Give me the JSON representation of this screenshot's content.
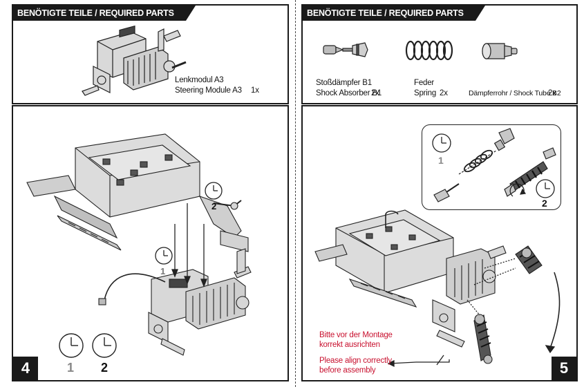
{
  "left_parts": {
    "header": "BENÖTIGTE TEILE / REQUIRED PARTS",
    "line1": "Lenkmodul A3",
    "line2": "Steering Module A3",
    "qty": "1x"
  },
  "right_parts": {
    "header": "BENÖTIGTE TEILE / REQUIRED PARTS",
    "shock_line1": "Stoßdämpfer B1",
    "shock_line2": "Shock Absorber B1",
    "shock_qty": "2x",
    "spring_line1": "Feder",
    "spring_line2": "Spring",
    "spring_qty": "2x",
    "tube_label": "Dämpferrohr / Shock Tube B2",
    "tube_qty": "2x"
  },
  "step4": {
    "number": "4",
    "clock_a": "1",
    "clock_b": "2",
    "legend_1": "1",
    "legend_2": "2"
  },
  "step5": {
    "number": "5",
    "clock_a": "1",
    "clock_b": "2",
    "note_de_1": "Bitte vor der Montage",
    "note_de_2": "korrekt ausrichten",
    "note_en_1": "Please align correctly",
    "note_en_2": "before assembly"
  },
  "colors": {
    "header_bg": "#1a1a1a",
    "note_red": "#c8102e",
    "part_grey": "#c8c8c8"
  }
}
